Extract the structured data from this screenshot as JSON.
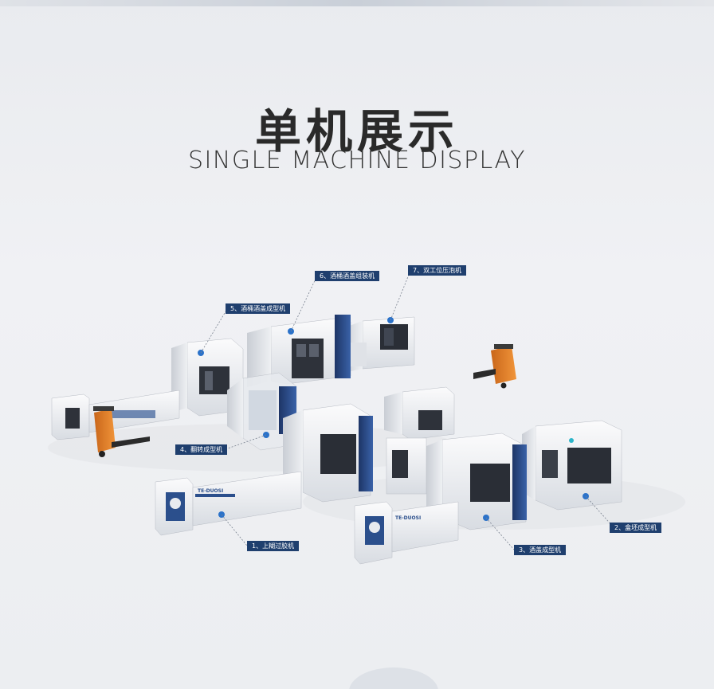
{
  "header": {
    "title_cn": "单机展示",
    "title_en": "SINGLE MACHINE DISPLAY"
  },
  "machines": [
    {
      "number": "1",
      "label": "1、上糊过胶机"
    },
    {
      "number": "2",
      "label": "2、盒坯成型机"
    },
    {
      "number": "3",
      "label": "3、酒盖成型机"
    },
    {
      "number": "4",
      "label": "4、翻转成型机"
    },
    {
      "number": "5",
      "label": "5、酒桶酒盖成型机"
    },
    {
      "number": "6",
      "label": "6、酒桶酒盖组装机"
    },
    {
      "number": "7",
      "label": "7、双工位压泡机"
    }
  ],
  "machine_marks": {
    "brand": "TE-DUOSI"
  },
  "colors": {
    "accent_blue": "#1f3f6e",
    "machine_white": "#f3f4f6",
    "panel_blue": "#2b4f8c",
    "forklift_orange": "#e07a22"
  }
}
